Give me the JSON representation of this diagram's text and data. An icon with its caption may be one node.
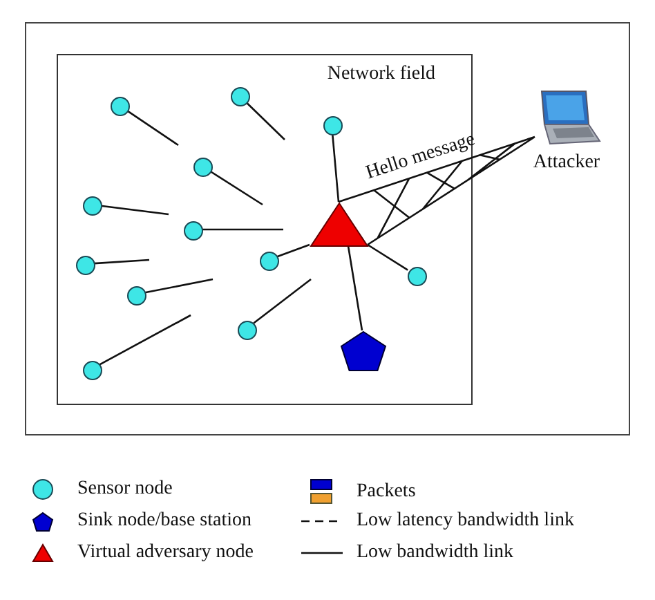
{
  "diagram": {
    "nodes": [
      {
        "text": [
          "Network field"
        ]
      },
      {
        "text": [],
        "shape": "circle",
        "in": 0
      },
      {
        "text": [],
        "shape": "circle",
        "in": 0
      },
      {
        "text": [],
        "shape": "circle",
        "in": 0
      },
      {
        "text": [],
        "shape": "circle",
        "in": 0
      },
      {
        "text": [],
        "shape": "circle",
        "in": 0
      },
      {
        "text": [],
        "shape": "circle",
        "in": 0
      },
      {
        "text": [],
        "shape": "circle",
        "in": 0
      },
      {
        "text": [],
        "shape": "circle",
        "in": 0
      },
      {
        "text": [],
        "shape": "circle",
        "in": 0
      },
      {
        "text": [],
        "shape": "circle",
        "in": 0
      },
      {
        "text": [],
        "shape": "circle",
        "in": 0
      },
      {
        "text": [],
        "shape": "circle",
        "in": 0
      },
      {
        "text": [],
        "shape": "triangle",
        "in": 0
      },
      {
        "text": [],
        "shape": "pentagon",
        "in": 0
      },
      {
        "text": [
          "Attacker"
        ]
      }
    ],
    "edges": [
      {
        "from": 1,
        "to": null,
        "arrow": "none"
      },
      {
        "from": 2,
        "to": null,
        "arrow": "none"
      },
      {
        "from": 3,
        "to": 13,
        "arrow": "none"
      },
      {
        "from": 4,
        "to": null,
        "arrow": "none"
      },
      {
        "from": 5,
        "to": null,
        "arrow": "none"
      },
      {
        "from": 6,
        "to": null,
        "arrow": "none"
      },
      {
        "from": 7,
        "to": null,
        "arrow": "none"
      },
      {
        "from": 8,
        "to": 13,
        "arrow": "none"
      },
      {
        "from": 9,
        "to": null,
        "arrow": "none"
      },
      {
        "from": 10,
        "to": 13,
        "arrow": "none"
      },
      {
        "from": 11,
        "to": null,
        "arrow": "none"
      },
      {
        "from": 12,
        "to": null,
        "arrow": "none"
      },
      {
        "from": 13,
        "to": 14,
        "arrow": "none"
      },
      {
        "from": 13,
        "to": 15,
        "arrow": "none",
        "label": "Hello message"
      }
    ],
    "legend": [
      {
        "text": "Sensor node"
      },
      {
        "text": "Sink node/base station"
      },
      {
        "text": "Virtual adversary node"
      },
      {
        "text": "Packets"
      },
      {
        "text": "Low latency bandwidth link"
      },
      {
        "text": "Low bandwidth link"
      }
    ]
  }
}
